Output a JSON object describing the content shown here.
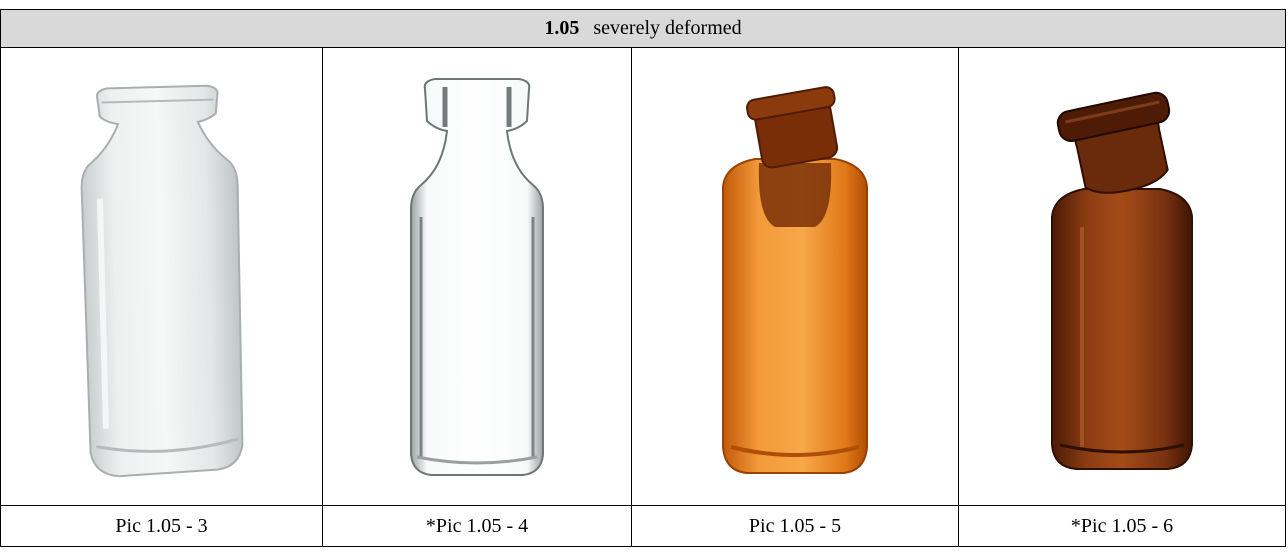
{
  "header": {
    "code": "1.05",
    "title": "severely deformed"
  },
  "pictures": [
    {
      "caption": "Pic 1.05 - 3",
      "glass": "clear",
      "color": "#e8eaea"
    },
    {
      "caption": "*Pic 1.05 - 4",
      "glass": "clear",
      "color": "#f4f6f6"
    },
    {
      "caption": "Pic 1.05 - 5",
      "glass": "amber",
      "color": "#e07a1a"
    },
    {
      "caption": "*Pic 1.05 - 6",
      "glass": "amber",
      "color": "#7a3410"
    }
  ]
}
